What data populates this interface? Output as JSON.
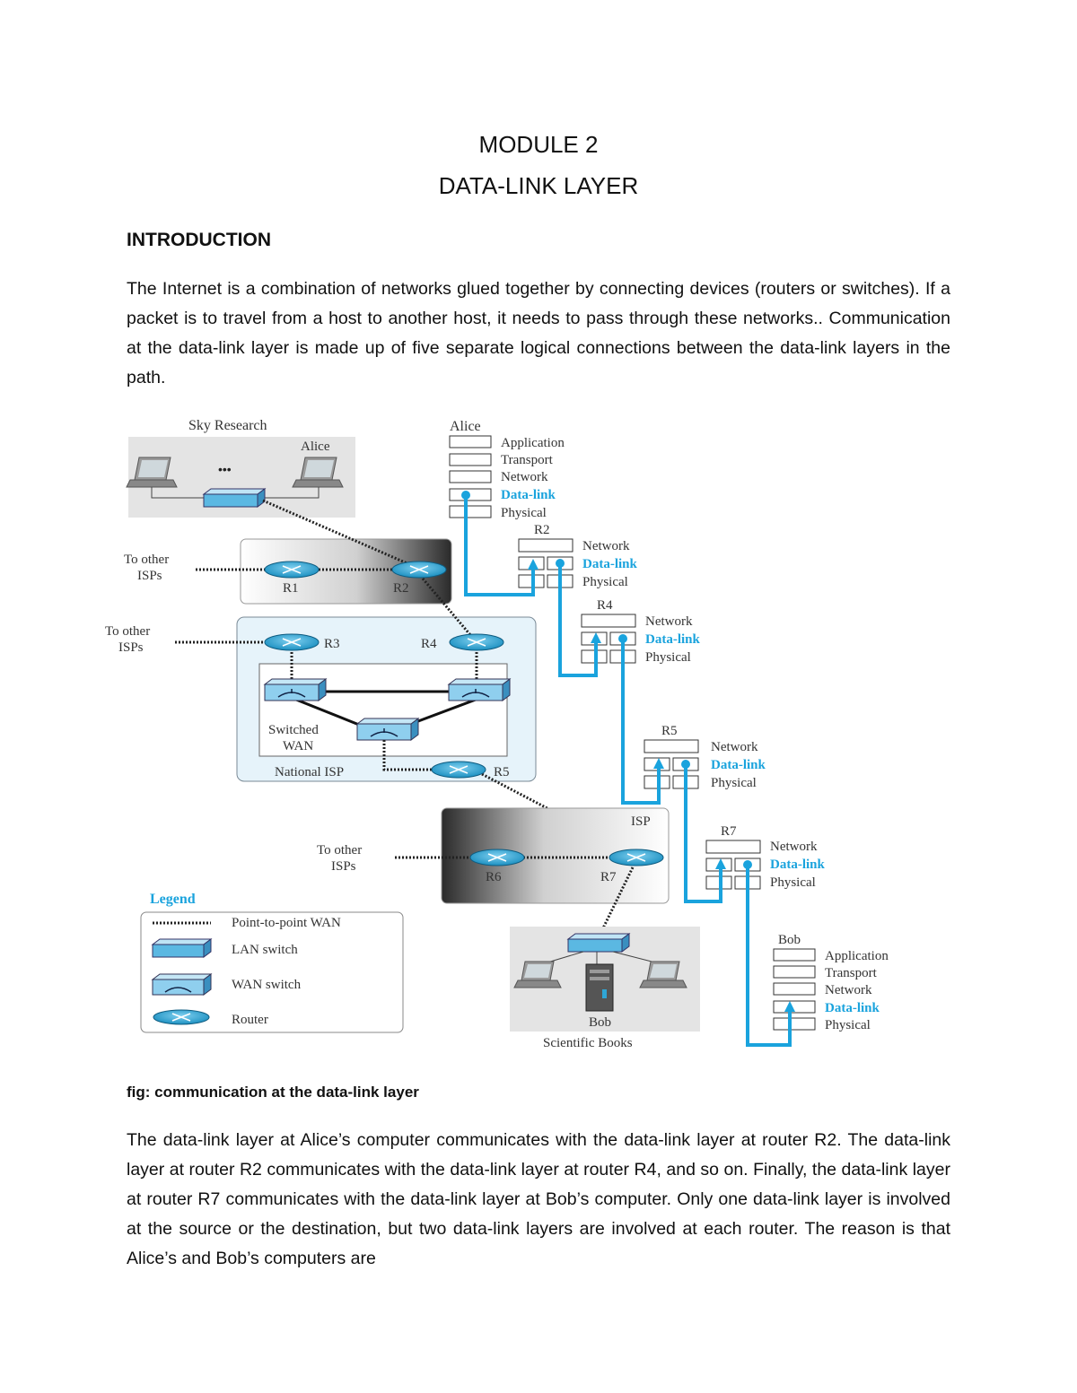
{
  "document": {
    "title_line1": "MODULE 2",
    "title_line2": "DATA-LINK LAYER",
    "section_heading": "INTRODUCTION",
    "intro_paragraph": "The Internet is a combination of networks glued together by connecting devices (routers or switches). If a packet is to travel from a host to another host, it needs to pass through these networks.. Communication at the data-link layer is made up of five separate logical connections between the data-link layers in the path.",
    "figure_caption": "fig: communication at the data-link layer",
    "body_paragraph": "The data-link layer at Alice’s computer communicates with the data-link layer at router R2. The data-link layer at router R2 communicates with the data-link layer at router R4, and so on. Finally, the data-link layer at router R7 communicates with the data-link layer at Bob’s computer. Only one data-link layer is involved at the source or the destination, but two data-link layers are involved at each router. The reason is that Alice’s and Bob’s computers are"
  },
  "diagram": {
    "sky_research": "Sky Research",
    "alice_laptop": "Alice",
    "ellipsis": "•••",
    "to_other_isps_1a": "To other",
    "to_other_isps_1b": "ISPs",
    "to_other_isps_2a": "To other",
    "to_other_isps_2b": "ISPs",
    "to_other_isps_3a": "To other",
    "to_other_isps_3b": "ISPs",
    "r1": "R1",
    "r2": "R2",
    "r3": "R3",
    "r4": "R4",
    "r5": "R5",
    "r6": "R6",
    "r7": "R7",
    "switched_wan_a": "Switched",
    "switched_wan_b": "WAN",
    "national_isp": "National ISP",
    "isp": "ISP",
    "bob_host": "Bob",
    "scientific_books": "Scientific Books",
    "legend": {
      "title": "Legend",
      "p2p": "Point-to-point WAN",
      "lan_switch": "LAN switch",
      "wan_switch": "WAN switch",
      "router": "Router"
    },
    "stack_alice": {
      "name": "Alice",
      "application": "Application",
      "transport": "Transport",
      "network": "Network",
      "datalink": "Data-link",
      "physical": "Physical"
    },
    "stack_r2": {
      "name": "R2",
      "network": "Network",
      "datalink": "Data-link",
      "physical": "Physical"
    },
    "stack_r4": {
      "name": "R4",
      "network": "Network",
      "datalink": "Data-link",
      "physical": "Physical"
    },
    "stack_r5": {
      "name": "R5",
      "network": "Network",
      "datalink": "Data-link",
      "physical": "Physical"
    },
    "stack_r7": {
      "name": "R7",
      "network": "Network",
      "datalink": "Data-link",
      "physical": "Physical"
    },
    "stack_bob": {
      "name": "Bob",
      "application": "Application",
      "transport": "Transport",
      "network": "Network",
      "datalink": "Data-link",
      "physical": "Physical"
    },
    "colors": {
      "accent": "#1aa3dd",
      "router_blue": "#2fa6d6",
      "box_fill": "#e6f3fa"
    }
  }
}
